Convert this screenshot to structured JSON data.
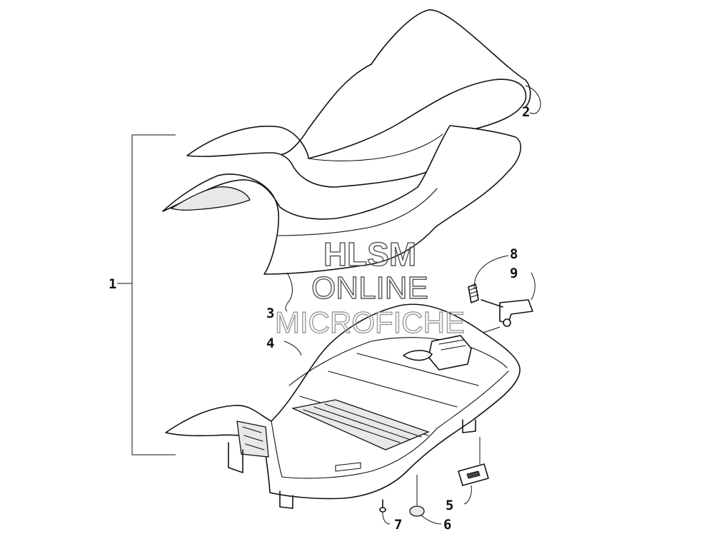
{
  "callouts": [
    {
      "id": "1",
      "label": "1"
    },
    {
      "id": "2",
      "label": "2"
    },
    {
      "id": "3",
      "label": "3"
    },
    {
      "id": "4",
      "label": "4"
    },
    {
      "id": "5",
      "label": "5"
    },
    {
      "id": "6",
      "label": "6"
    },
    {
      "id": "7",
      "label": "7"
    },
    {
      "id": "8",
      "label": "8"
    },
    {
      "id": "9",
      "label": "9"
    }
  ],
  "watermark": {
    "line1": "HLSM",
    "line2": "ONLINE",
    "line3": "MICROFICHE"
  }
}
